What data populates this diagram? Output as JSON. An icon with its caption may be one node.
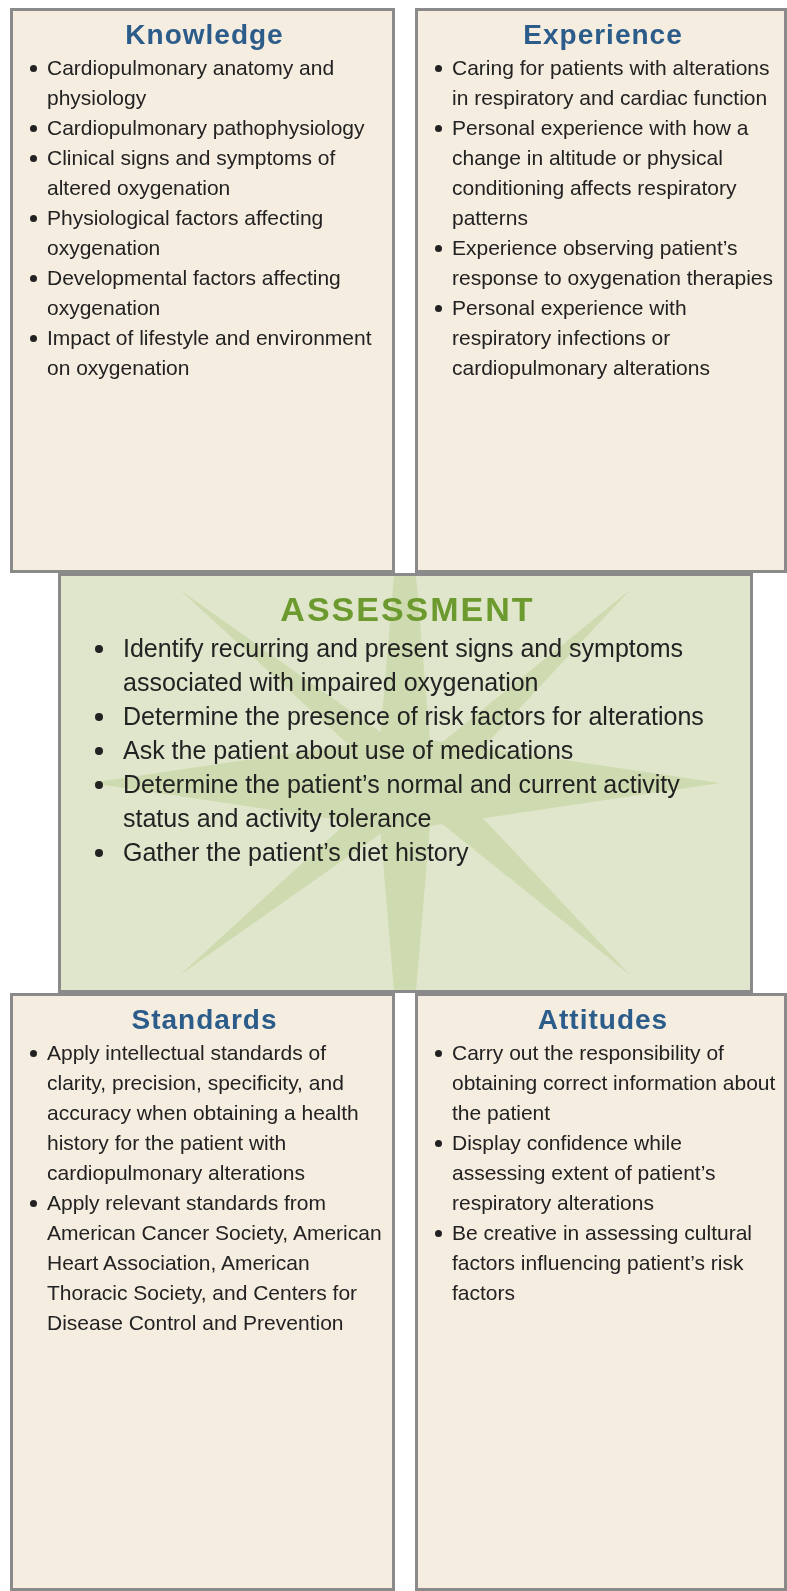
{
  "diagram": {
    "nodes": [
      {
        "text": [
          "Knowledge",
          "Cardiopulmonary anatomy and physiology",
          "Cardiopulmonary pathophysiology",
          "Clinical signs and symptoms of altered oxygenation",
          "Physiological factors affecting oxygenation",
          "Developmental factors affecting oxygenation",
          "Impact of lifestyle and environment on oxygenation"
        ]
      },
      {
        "text": [
          "Experience",
          "Caring for patients with alterations in respiratory and cardiac function",
          "Personal experience with how a change in altitude or physical conditioning affects respiratory patterns",
          "Experience observing patient’s response to oxygenation therapies",
          "Personal experience with respiratory infections or cardiopulmonary alterations"
        ]
      },
      {
        "text": [
          "ASSESSMENT",
          "Identify recurring and present signs and symptoms associated with impaired oxygenation",
          "Determine the presence of risk factors for alterations",
          "Ask the patient about use of medications",
          "Determine the patient’s normal and current activity status and activity tolerance",
          "Gather the patient’s diet history"
        ]
      },
      {
        "text": [
          "Standards",
          "Apply intellectual standards of clarity, precision, specificity, and accuracy when obtaining a health history for the patient with cardiopulmonary alterations",
          "Apply relevant standards from American Cancer Society, American Heart Association, American Thoracic Society, and Centers for Disease Control and Prevention"
        ]
      },
      {
        "text": [
          "Attitudes",
          "Carry out the responsibility of obtaining correct information about the patient",
          "Display confidence while assessing extent of patient’s respiratory alterations",
          "Be creative in assessing cultural factors influencing patient’s risk factors"
        ]
      }
    ]
  }
}
